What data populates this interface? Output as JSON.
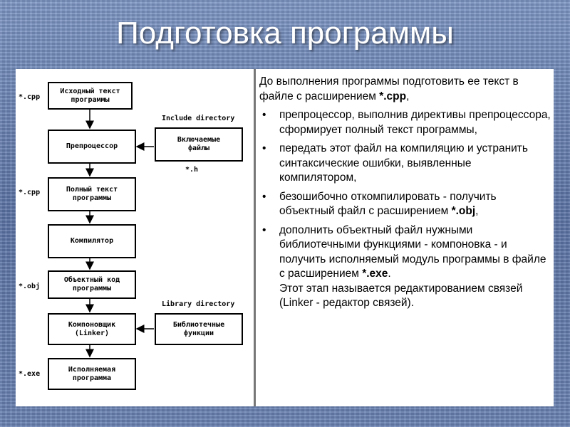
{
  "slide": {
    "title": "Подготовка программы"
  },
  "diagram": {
    "boxes": [
      {
        "id": "source",
        "label": "Исходный текст\nпрограммы"
      },
      {
        "id": "preprocessor",
        "label": "Препроцессор"
      },
      {
        "id": "include_files",
        "label": "Включаемые\nфайлы"
      },
      {
        "id": "full_text",
        "label": "Полный текст\nпрограммы"
      },
      {
        "id": "compiler",
        "label": "Компилятор"
      },
      {
        "id": "object_code",
        "label": "Объектный код\nпрограммы"
      },
      {
        "id": "linker",
        "label": "Компоновщик\n(Linker)"
      },
      {
        "id": "library_functions",
        "label": "Библиотечные\nфункции"
      },
      {
        "id": "executable",
        "label": "Исполняемая\nпрограмма"
      }
    ],
    "tags": {
      "cpp_top": "*.cpp",
      "include_directory": "Include directory",
      "h": "*.h",
      "cpp_mid": "*.cpp",
      "obj": "*.obj",
      "library_directory": "Library directory",
      "exe": "*.exe"
    }
  },
  "text": {
    "intro_before": "До выполнения программы подготовить ее текст в файле с расширением ",
    "intro_ext": "*.cpp",
    "intro_after": ",",
    "bullet_symbol": "•",
    "items": [
      {
        "before": "препроцессор, выполнив директивы препроцессора, сформирует полный текст программы,",
        "ext": "",
        "after": ""
      },
      {
        "before": "передать этот файл на компиляцию и устранить синтаксические ошибки, выявленные компилятором,",
        "ext": "",
        "after": ""
      },
      {
        "before": "безошибочно откомпилировать - получить объектный файл с расширением ",
        "ext": "*.obj",
        "after": ","
      },
      {
        "before": "дополнить объектный файл нужными библиотечными функциями - компоновка - и получить исполняемый модуль программы в файле с расширением ",
        "ext": "*.exe",
        "after": "."
      }
    ],
    "closing": "Этот этап называется редактированием связей (Linker - редактор связей)."
  }
}
